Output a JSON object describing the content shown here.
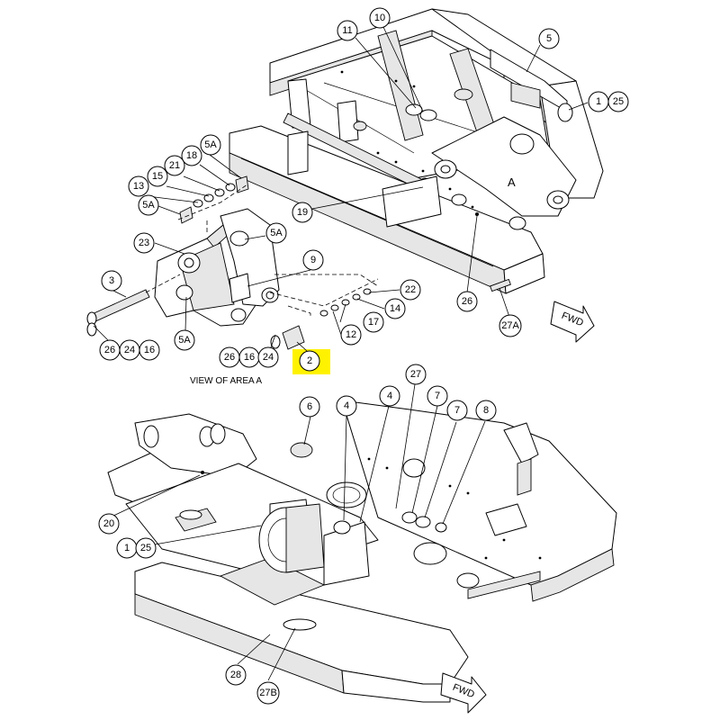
{
  "caption": "VIEW OF AREA A",
  "area_marker": "A",
  "fwd_label": "FWD",
  "highlight_color": "#fff200",
  "callouts": {
    "c10": "10",
    "c11": "11",
    "c5": "5",
    "c1a": "1",
    "c25a": "25",
    "c5a1": "5A",
    "c18": "18",
    "c21": "21",
    "c15": "15",
    "c13": "13",
    "c5a2": "5A",
    "c19": "19",
    "c23": "23",
    "c5a3": "5A",
    "c9": "9",
    "c22": "22",
    "c14": "14",
    "c17": "17",
    "c12": "12",
    "c26a": "26",
    "c27a": "27A",
    "c3": "3",
    "c26b": "26",
    "c24a": "24",
    "c16a": "16",
    "c5a4": "5A",
    "c26c": "26",
    "c16b": "16",
    "c24b": "24",
    "c2": "2",
    "c27b": "27",
    "c6": "6",
    "c4a": "4",
    "c4b": "4",
    "c7a": "7",
    "c7b": "7",
    "c8": "8",
    "c20": "20",
    "c1b": "1",
    "c25b": "25",
    "c28": "28",
    "c27c": "27B"
  }
}
